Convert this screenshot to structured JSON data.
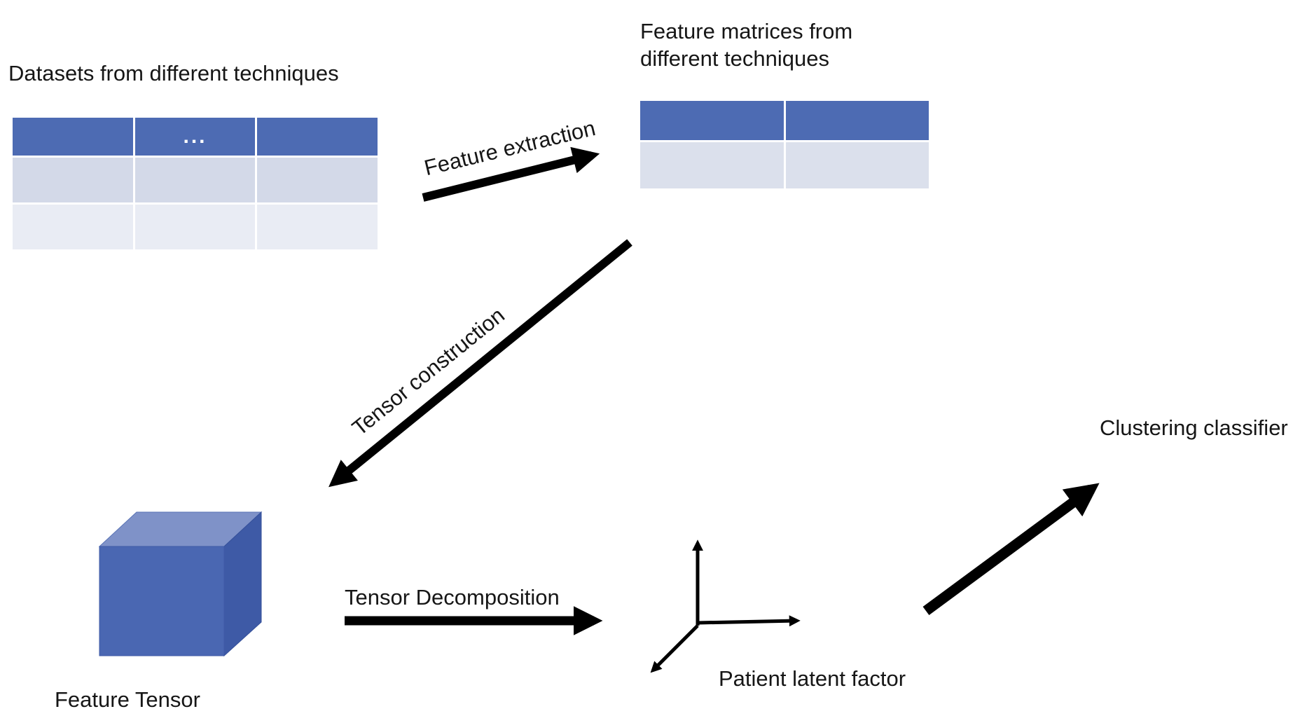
{
  "diagram": {
    "datasets_label": "Datasets from different techniques",
    "feature_matrices_label": "Feature matrices from\ndifferent techniques",
    "feature_extraction_label": "Feature extraction",
    "tensor_construction_label": "Tensor construction",
    "feature_tensor_label": "Feature Tensor",
    "tensor_decomposition_label": "Tensor Decomposition",
    "patient_latent_factor_label": "Patient latent factor",
    "clustering_classifier_label": "Clustering classifier",
    "datasets_table_header_dots": "...",
    "colors": {
      "table_header_blue": "#4d6bb3",
      "table_row_medium": "#d3d9e8",
      "table_row_light": "#e9ecf4",
      "matrix_row_light": "#dbe0ec",
      "cube_front": "#4a67b2",
      "cube_top": "#7f92c8",
      "cube_side": "#3e5aa6",
      "arrow_black": "#000000",
      "text_black": "#161616"
    }
  }
}
